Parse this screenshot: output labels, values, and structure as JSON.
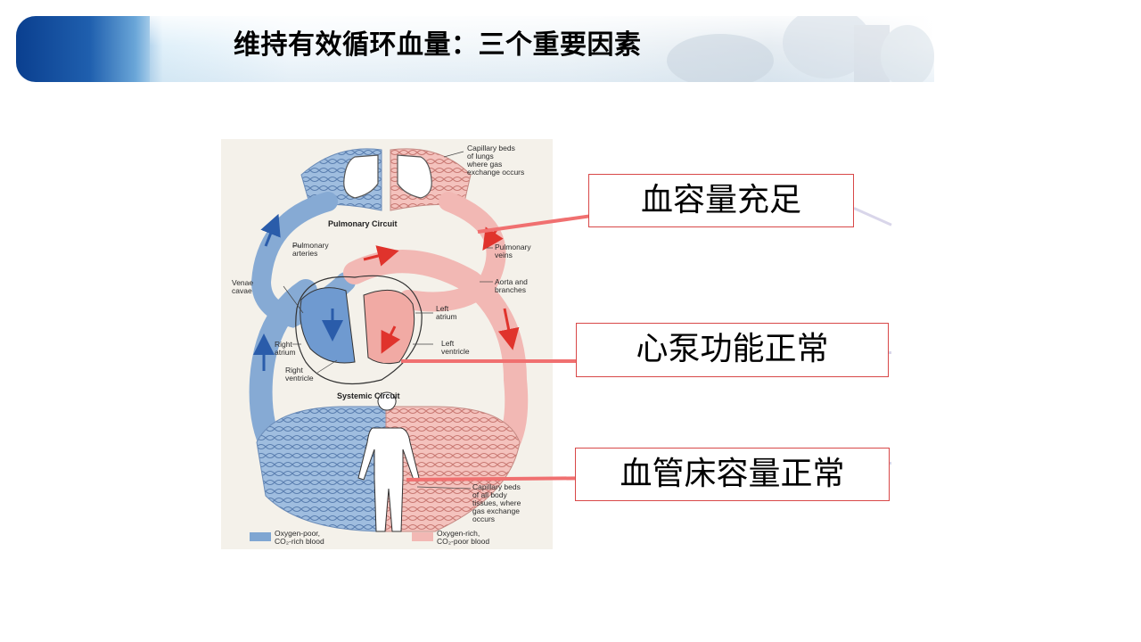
{
  "slide": {
    "title": "维持有效循环血量：三个重要因素"
  },
  "diagram": {
    "labels": {
      "capillary_lungs": [
        "Capillary beds",
        "of lungs",
        "where gas",
        "exchange occurs"
      ],
      "pulmonary_circuit": "Pulmonary Circuit",
      "pulmonary_arteries": [
        "Pulmonary",
        "arteries"
      ],
      "pulmonary_veins": [
        "Pulmonary",
        "veins"
      ],
      "venae_cavae": [
        "Venae",
        "cavae"
      ],
      "aorta": [
        "Aorta and",
        "branches"
      ],
      "left_atrium": [
        "Left",
        "atrium"
      ],
      "left_ventricle": [
        "Left",
        "ventricle"
      ],
      "right_atrium": [
        "Right",
        "atrium"
      ],
      "right_ventricle": [
        "Right",
        "ventricle"
      ],
      "systemic_circuit": "Systemic Circuit",
      "capillary_body": [
        "Capillary beds",
        "of all body",
        "tissues, where",
        "gas exchange",
        "occurs"
      ]
    },
    "legend": {
      "oxygen_poor": [
        "Oxygen-poor,",
        "CO₂-rich blood"
      ],
      "oxygen_rich": [
        "Oxygen-rich,",
        "CO₂-poor blood"
      ]
    },
    "colors": {
      "oxygen_poor": "#7fa6d2",
      "oxygen_rich": "#f2b8b4",
      "arrow_red": "#e0332c",
      "arrow_blue": "#2a5caa"
    }
  },
  "factors": [
    {
      "label": "血容量充足"
    },
    {
      "label": "心泵功能正常"
    },
    {
      "label": "血管床容量正常"
    }
  ],
  "colors": {
    "banner_dark": "#0a3f8f",
    "box_border": "#d84848",
    "connector": "#f07070"
  }
}
